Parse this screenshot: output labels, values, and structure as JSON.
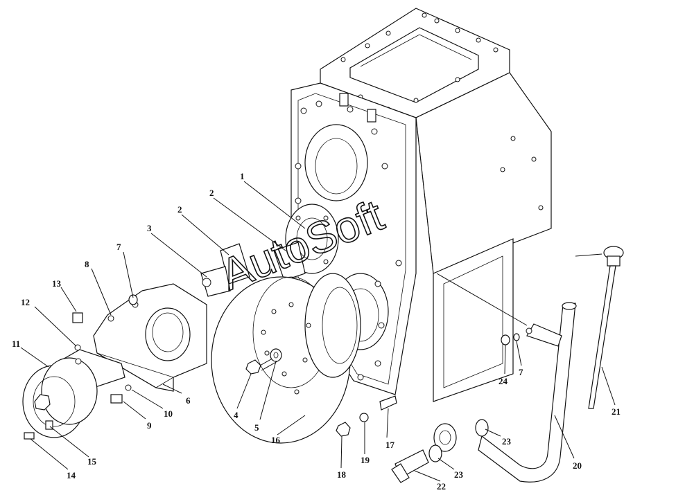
{
  "watermark": "AutoSoft",
  "callouts": [
    {
      "id": "c1",
      "text": "1"
    },
    {
      "id": "c2a",
      "text": "2"
    },
    {
      "id": "c2b",
      "text": "2"
    },
    {
      "id": "c3",
      "text": "3"
    },
    {
      "id": "c4",
      "text": "4"
    },
    {
      "id": "c5",
      "text": "5"
    },
    {
      "id": "c6",
      "text": "6"
    },
    {
      "id": "c7a",
      "text": "7"
    },
    {
      "id": "c7b",
      "text": "7"
    },
    {
      "id": "c8",
      "text": "8"
    },
    {
      "id": "c9",
      "text": "9"
    },
    {
      "id": "c10",
      "text": "10"
    },
    {
      "id": "c11",
      "text": "11"
    },
    {
      "id": "c12",
      "text": "12"
    },
    {
      "id": "c13",
      "text": "13"
    },
    {
      "id": "c14",
      "text": "14"
    },
    {
      "id": "c15",
      "text": "15"
    },
    {
      "id": "c16",
      "text": "16"
    },
    {
      "id": "c17",
      "text": "17"
    },
    {
      "id": "c18",
      "text": "18"
    },
    {
      "id": "c19",
      "text": "19"
    },
    {
      "id": "c20",
      "text": "20"
    },
    {
      "id": "c21",
      "text": "21"
    },
    {
      "id": "c22",
      "text": "22"
    },
    {
      "id": "c23a",
      "text": "23"
    },
    {
      "id": "c23b",
      "text": "23"
    },
    {
      "id": "c24",
      "text": "24"
    }
  ]
}
